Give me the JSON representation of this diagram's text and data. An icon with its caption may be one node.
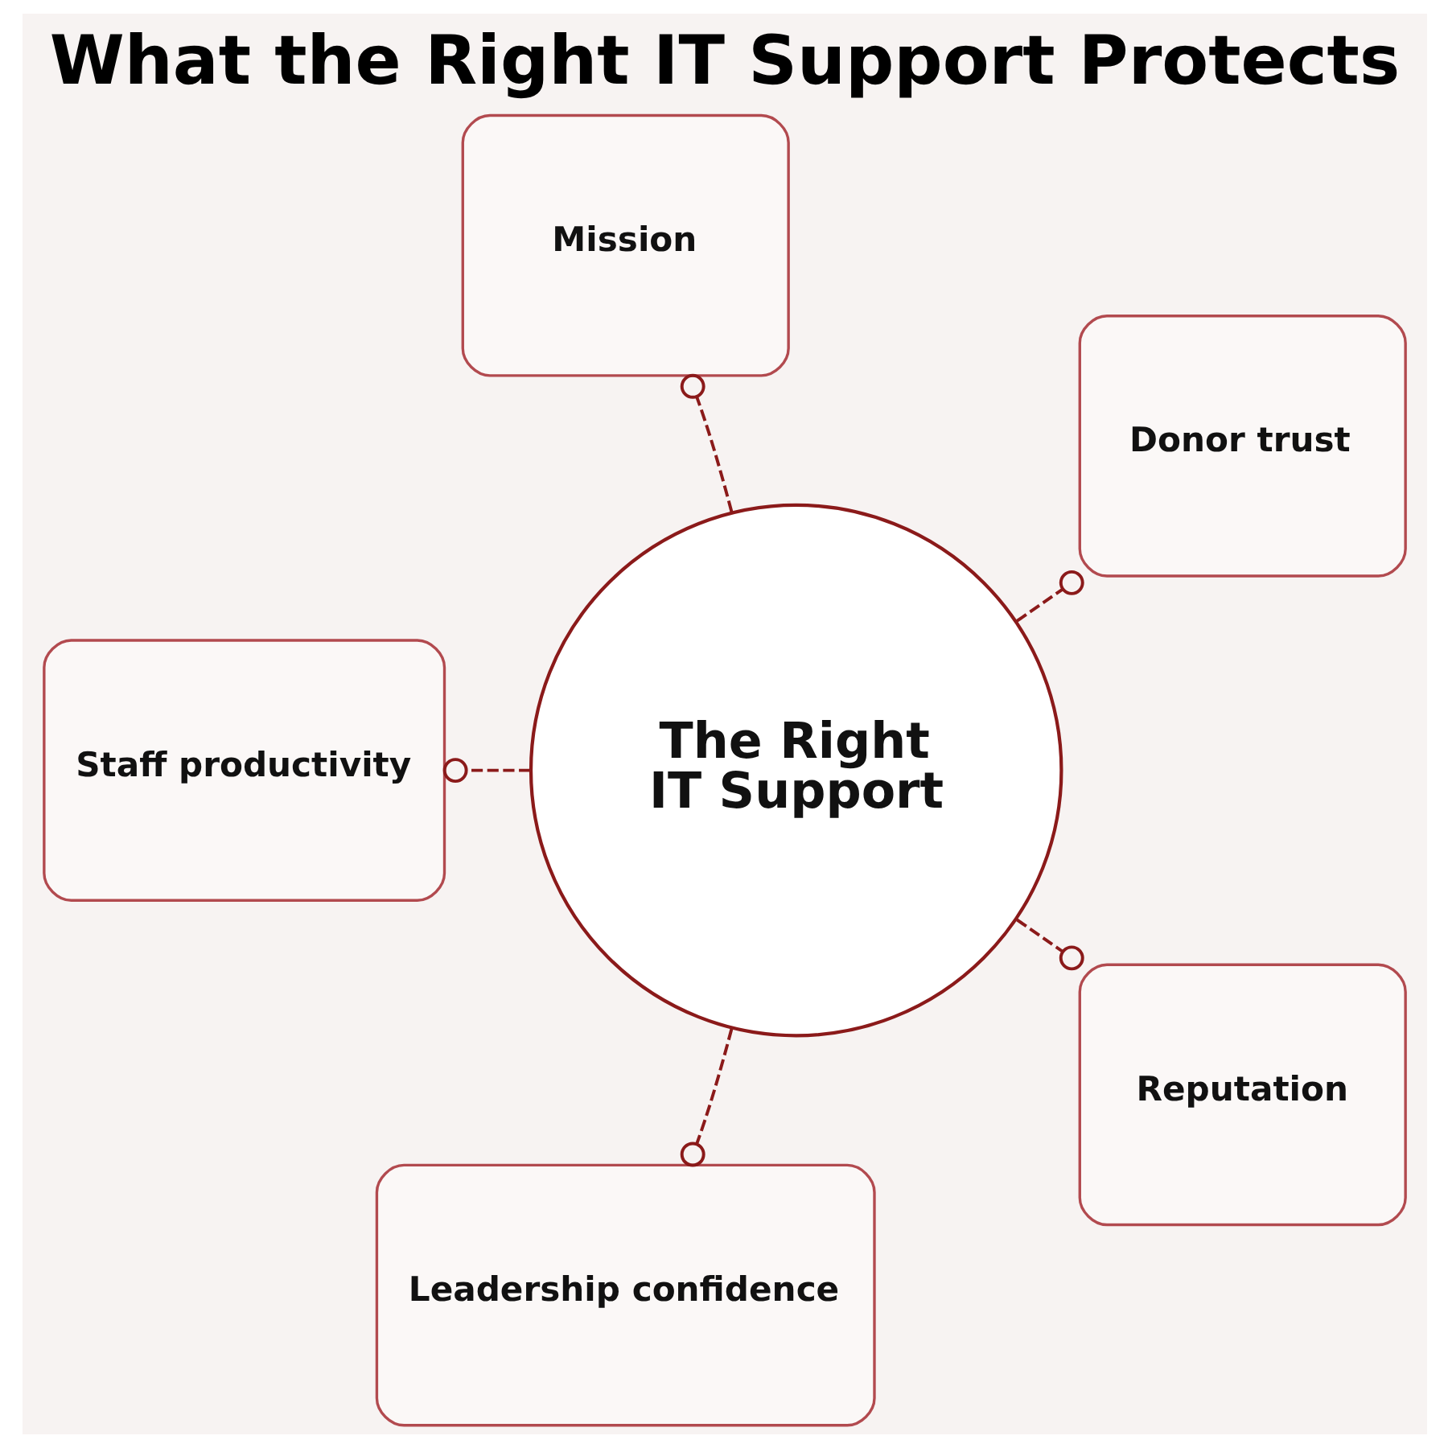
{
  "diagram": {
    "title": "What the Right IT Support Protects",
    "nodes": [
      {
        "text": [
          "Mission"
        ]
      },
      {
        "text": [
          "Donor trust"
        ]
      },
      {
        "text": [
          "The Right IT Support"
        ]
      },
      {
        "text": [
          "Staff productivity"
        ]
      },
      {
        "text": [
          "Reputation"
        ]
      },
      {
        "text": [
          "Leadership confidence"
        ]
      }
    ],
    "edges": [
      {
        "from": 2,
        "to": 0,
        "arrow": "other",
        "style": "dashed"
      },
      {
        "from": 2,
        "to": 1,
        "arrow": "other",
        "style": "dashed"
      },
      {
        "from": 2,
        "to": 3,
        "arrow": "other",
        "style": "dashed"
      },
      {
        "from": 2,
        "to": 4,
        "arrow": "other",
        "style": "dashed"
      },
      {
        "from": 2,
        "to": 5,
        "arrow": "other",
        "style": "dashed"
      }
    ]
  }
}
